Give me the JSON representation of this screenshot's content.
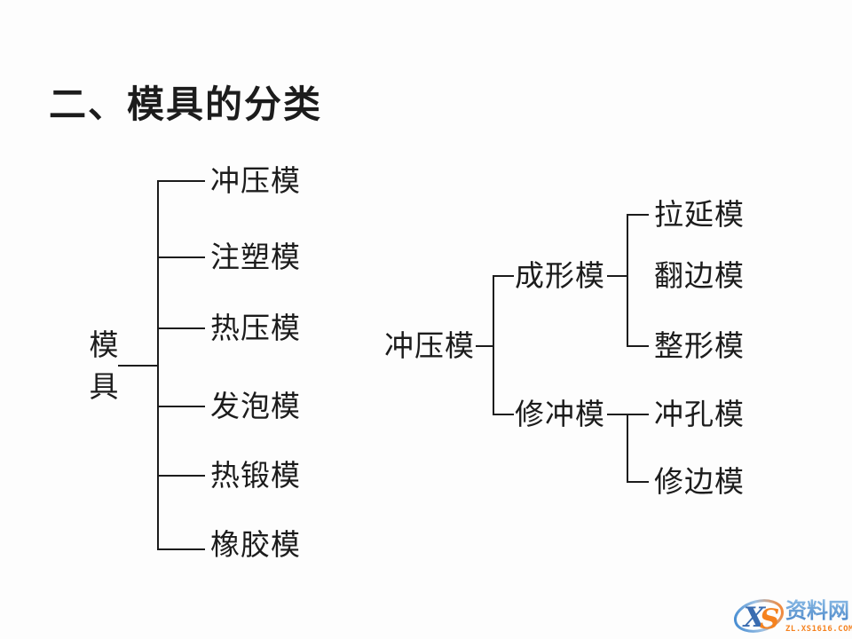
{
  "page": {
    "title": "二、模具的分类",
    "background": "#fdfdfd",
    "line_color": "#1c1c1c",
    "text_color": "#1c1c1c"
  },
  "left_tree": {
    "root_label": "模具",
    "root_display": "模\n具",
    "children": [
      {
        "label": "冲压模"
      },
      {
        "label": "注塑模"
      },
      {
        "label": "热压模"
      },
      {
        "label": "发泡模"
      },
      {
        "label": "热锻模"
      },
      {
        "label": "橡胶模"
      }
    ]
  },
  "right_tree": {
    "root_label": "冲压模",
    "branches": [
      {
        "label": "成形模",
        "children": [
          {
            "label": "拉延模"
          },
          {
            "label": "翻边模"
          },
          {
            "label": "整形模"
          }
        ]
      },
      {
        "label": "修冲模",
        "children": [
          {
            "label": "冲孔模"
          },
          {
            "label": "修边模"
          }
        ]
      }
    ]
  },
  "watermark": {
    "letter_x": "X",
    "letter_s": "S",
    "site_name": "资料网",
    "site_url": "ZL.XS1616.COM",
    "colors": {
      "blue": "#4a86c8",
      "light_blue": "#8cbce6",
      "orange": "#f5821f"
    }
  }
}
